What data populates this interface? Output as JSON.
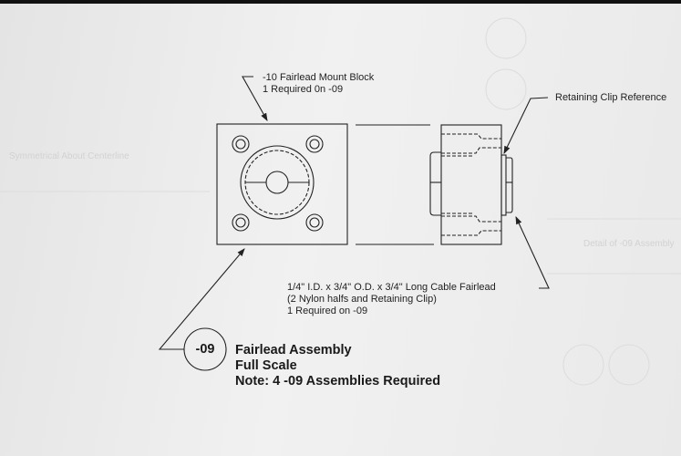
{
  "drawing": {
    "mount_block_label": [
      "-10 Fairlead Mount Block",
      "1 Required 0n -09"
    ],
    "retaining_clip_label": "Retaining Clip Reference",
    "fairlead_label": [
      "1/4\" I.D. x 3/4\" O.D. x 3/4\" Long Cable Fairlead",
      "(2 Nylon halfs and Retaining Clip)",
      "1 Required on -09"
    ],
    "callout_number": "-09",
    "assembly_title": [
      "Fairlead Assembly",
      "Full Scale",
      "Note: 4  -09 Assemblies Required"
    ],
    "background_ghost_text": [
      "Symmetrical About Centerline",
      "Detail of -09 Assembly"
    ]
  }
}
